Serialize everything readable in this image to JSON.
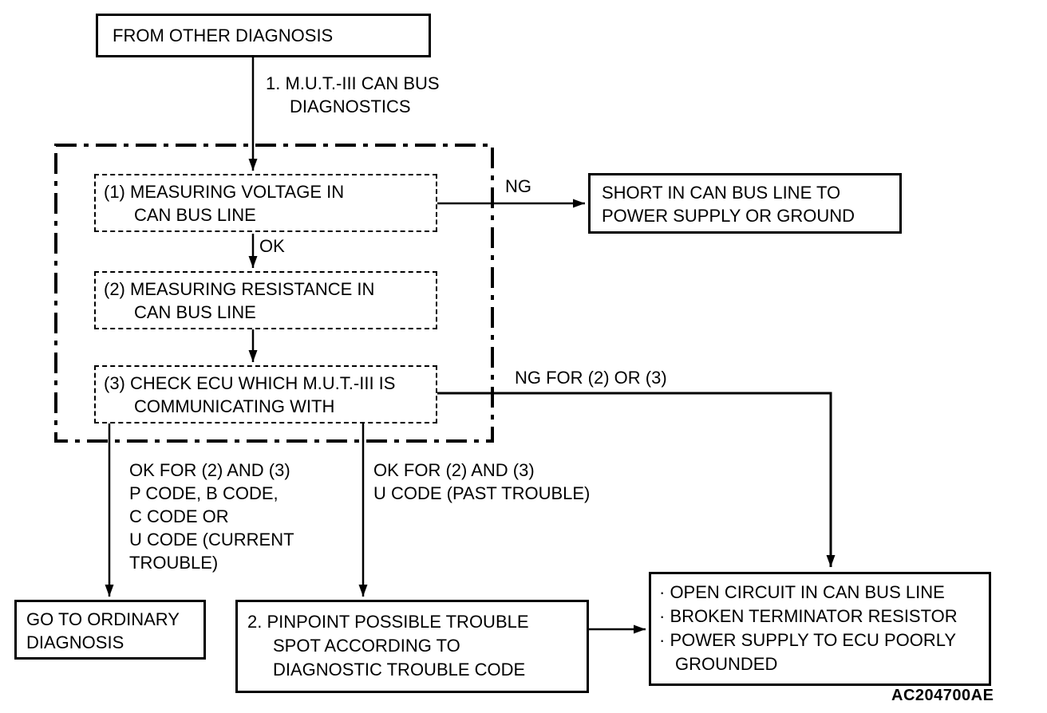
{
  "page": {
    "background": "#ffffff",
    "ink": "#000000",
    "figure_code": "AC204700AE"
  },
  "nodes": {
    "from_other_diagnosis": {
      "lines": [
        "FROM OTHER DIAGNOSIS"
      ]
    },
    "measuring_voltage": {
      "lines": [
        "(1) MEASURING VOLTAGE IN",
        "CAN BUS LINE"
      ]
    },
    "measuring_resistance": {
      "lines": [
        "(2) MEASURING RESISTANCE IN",
        "CAN BUS LINE"
      ]
    },
    "check_ecu": {
      "lines": [
        "(3) CHECK ECU WHICH M.U.T.-III IS",
        "COMMUNICATING WITH"
      ]
    },
    "short_in_can_bus": {
      "lines": [
        "SHORT IN CAN BUS LINE TO",
        "POWER SUPPLY OR GROUND"
      ]
    },
    "go_to_ordinary": {
      "lines": [
        "GO TO ORDINARY",
        "DIAGNOSIS"
      ]
    },
    "pinpoint_trouble": {
      "lines": [
        "2. PINPOINT POSSIBLE TROUBLE",
        "SPOT ACCORDING TO",
        "DIAGNOSTIC TROUBLE CODE"
      ]
    },
    "possible_causes": {
      "lines": [
        "· OPEN CIRCUIT IN CAN BUS LINE",
        "· BROKEN TERMINATOR RESISTOR",
        "· POWER SUPPLY TO ECU POORLY",
        "GROUNDED"
      ]
    }
  },
  "edge_labels": {
    "step1": {
      "lines": [
        "1. M.U.T.-III CAN BUS",
        "DIAGNOSTICS"
      ]
    },
    "ng": "NG",
    "ok": "OK",
    "ng_for_2_or_3": "NG FOR (2) OR (3)",
    "ok_current_trouble": {
      "lines": [
        "OK FOR (2) AND (3)",
        "P CODE, B CODE,",
        "C CODE OR",
        "U CODE (CURRENT",
        "TROUBLE)"
      ]
    },
    "ok_past_trouble": {
      "lines": [
        "OK FOR (2) AND (3)",
        "U CODE (PAST TROUBLE)"
      ]
    }
  }
}
